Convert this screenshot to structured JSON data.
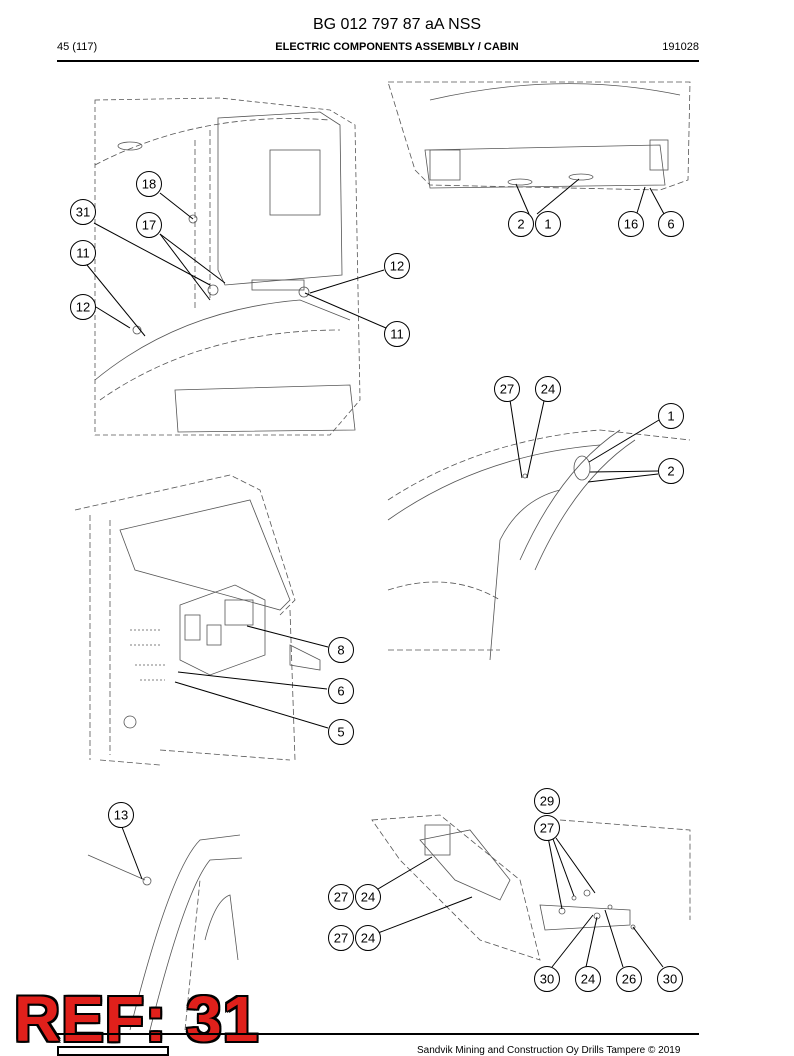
{
  "header": {
    "doc_id": "BG 012 797 87 aA NSS",
    "page": "45 (117)",
    "section_title": "ELECTRIC COMPONENTS ASSEMBLY / CABIN",
    "date": "191028"
  },
  "callouts": {
    "c18": "18",
    "c31": "31",
    "c17": "17",
    "c11a": "11",
    "c12a": "12",
    "c12b": "12",
    "c11b": "11",
    "c2a": "2",
    "c1a": "1",
    "c16": "16",
    "c6a": "6",
    "c27a": "27",
    "c24a": "24",
    "c1b": "1",
    "c2b": "2",
    "c8": "8",
    "c6b": "6",
    "c5": "5",
    "c13": "13",
    "c29": "29",
    "c27b": "27",
    "c27c": "27",
    "c24b": "24",
    "c27d": "27",
    "c24c": "24",
    "c30a": "30",
    "c24d": "24",
    "c26": "26",
    "c30b": "30"
  },
  "stamp": "REF: 31",
  "footer": {
    "copyright": "Sandvik Mining and Construction Oy Drills Tampere © 2019"
  }
}
